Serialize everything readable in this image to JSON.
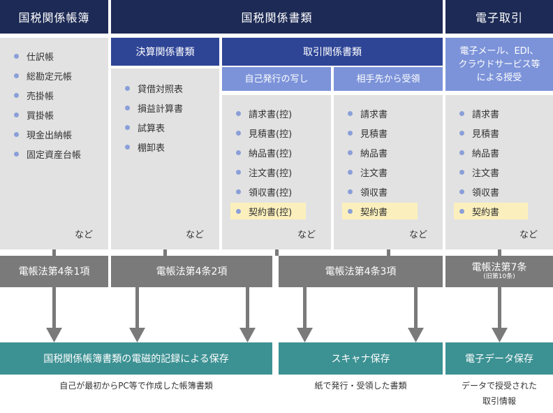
{
  "headers": {
    "books": "国税関係帳簿",
    "documents": "国税関係書類",
    "electronic": "電子取引"
  },
  "subheaders": {
    "settlement": "決算関係書類",
    "transaction": "取引関係書類",
    "self_issued": "自己発行の写し",
    "received": "相手先から受領",
    "electronic_desc": "電子メール、EDI、\nクラウドサービス等\nによる授受"
  },
  "lists": {
    "books": [
      "仕訳帳",
      "総勘定元帳",
      "売掛帳",
      "買掛帳",
      "現金出納帳",
      "固定資産台帳"
    ],
    "settlement": [
      "貸借対照表",
      "損益計算書",
      "試算表",
      "棚卸表"
    ],
    "self_issued": [
      "請求書(控)",
      "見積書(控)",
      "納品書(控)",
      "注文書(控)",
      "領収書(控)",
      "契約書(控)"
    ],
    "received": [
      "請求書",
      "見積書",
      "納品書",
      "注文書",
      "領収書",
      "契約書"
    ],
    "electronic": [
      "請求書",
      "見積書",
      "納品書",
      "注文書",
      "領収書",
      "契約書"
    ]
  },
  "etc_label": "など",
  "laws": {
    "art4_1": "電帳法第4条1項",
    "art4_2": "電帳法第4条2項",
    "art4_3": "電帳法第4条3項",
    "art7": "電帳法第7条",
    "art7_note": "(旧第10条)"
  },
  "storage": {
    "electromagnetic": "国税関係帳簿書類の電磁的記録による保存",
    "scanner": "スキャナ保存",
    "electronic_data": "電子データ保存"
  },
  "notes": {
    "electromagnetic": "自己が最初からPC等で作成した帳簿書類",
    "scanner": "紙で発行・受領した書類",
    "electronic_data": "データで授受された\n取引情報"
  },
  "colors": {
    "header_dark": "#1d2a55",
    "header_mid": "#2e4596",
    "header_light": "#7c93d9",
    "column_bg": "#e2e2e2",
    "bullet": "#8a9fd8",
    "highlight": "#fbf0bd",
    "law_gray": "#7a7a7a",
    "storage_teal": "#3c9193"
  }
}
